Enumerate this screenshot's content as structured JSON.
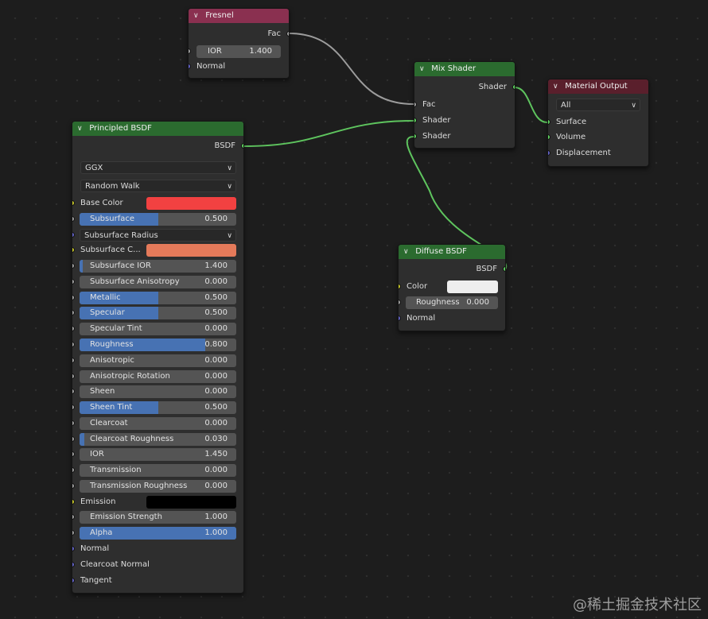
{
  "colors": {
    "shader_header": "#2b6b2f",
    "texture_header": "#8a3050",
    "output_header": "#5a1f2c",
    "field_fill": "#4772b3",
    "socket_shader": "#5fd25f",
    "socket_float": "#a1a1a1",
    "socket_color": "#c7c729",
    "socket_vector": "#6363c7"
  },
  "fresnel": {
    "title": "Fresnel",
    "out_fac": "Fac",
    "ior_label": "IOR",
    "ior_value": "1.400",
    "normal": "Normal"
  },
  "mix_shader": {
    "title": "Mix Shader",
    "out_shader": "Shader",
    "in_fac": "Fac",
    "in_shader1": "Shader",
    "in_shader2": "Shader"
  },
  "material_output": {
    "title": "Material Output",
    "target": "All",
    "surface": "Surface",
    "volume": "Volume",
    "displacement": "Displacement"
  },
  "diffuse": {
    "title": "Diffuse BSDF",
    "out_bsdf": "BSDF",
    "color": "Color",
    "color_value": "#eeeeee",
    "roughness_label": "Roughness",
    "roughness_value": "0.000",
    "normal": "Normal"
  },
  "principled": {
    "title": "Principled BSDF",
    "out_bsdf": "BSDF",
    "distribution": "GGX",
    "subsurface_method": "Random Walk",
    "base_color_label": "Base Color",
    "base_color_value": "#f24141",
    "subsurface_radius_label": "Subsurface Radius",
    "subsurface_color_label": "Subsurface C...",
    "subsurface_color_value": "#e57a5a",
    "fields": [
      {
        "label": "Subsurface",
        "value": "0.500",
        "fill": 0.5
      },
      {
        "label": "Subsurface IOR",
        "value": "1.400",
        "fill": 0.02
      },
      {
        "label": "Subsurface Anisotropy",
        "value": "0.000",
        "fill": 0
      },
      {
        "label": "Metallic",
        "value": "0.500",
        "fill": 0.5
      },
      {
        "label": "Specular",
        "value": "0.500",
        "fill": 0.5
      },
      {
        "label": "Specular Tint",
        "value": "0.000",
        "fill": 0
      },
      {
        "label": "Roughness",
        "value": "0.800",
        "fill": 0.8
      },
      {
        "label": "Anisotropic",
        "value": "0.000",
        "fill": 0
      },
      {
        "label": "Anisotropic Rotation",
        "value": "0.000",
        "fill": 0
      },
      {
        "label": "Sheen",
        "value": "0.000",
        "fill": 0
      },
      {
        "label": "Sheen Tint",
        "value": "0.500",
        "fill": 0.5
      },
      {
        "label": "Clearcoat",
        "value": "0.000",
        "fill": 0
      },
      {
        "label": "Clearcoat Roughness",
        "value": "0.030",
        "fill": 0.03
      },
      {
        "label": "IOR",
        "value": "1.450",
        "fill": 0
      },
      {
        "label": "Transmission",
        "value": "0.000",
        "fill": 0
      },
      {
        "label": "Transmission Roughness",
        "value": "0.000",
        "fill": 0
      }
    ],
    "emission_label": "Emission",
    "emission_value": "#000000",
    "emission_strength_label": "Emission Strength",
    "emission_strength_value": "1.000",
    "alpha_label": "Alpha",
    "alpha_value": "1.000",
    "alpha_fill": 1,
    "normal": "Normal",
    "clearcoat_normal": "Clearcoat Normal",
    "tangent": "Tangent"
  },
  "watermark": "@稀土掘金技术社区"
}
